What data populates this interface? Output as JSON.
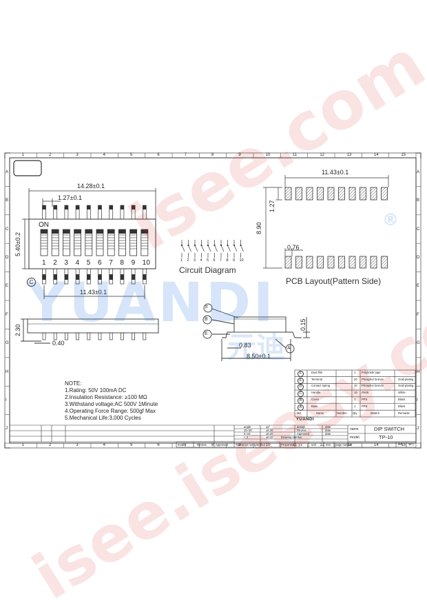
{
  "drawing": {
    "top_view": {
      "dim_overall_width": "14.28±0.1",
      "dim_pitch": "1.27±0.1",
      "dim_height": "5.40±0.2",
      "dim_pin_span": "11.43±0.1",
      "on_label": "ON",
      "switch_numbers": [
        "1",
        "2",
        "3",
        "4",
        "5",
        "6",
        "7",
        "8",
        "9",
        "10"
      ],
      "callout_c": "C"
    },
    "side_view": {
      "dim_height": "2.30",
      "dim_pin_width": "0.40"
    },
    "circuit": {
      "title": "Circuit Diagram",
      "numbers": [
        "1",
        "2",
        "3",
        "4",
        "5",
        "6",
        "7",
        "8",
        "9",
        "10"
      ]
    },
    "pcb": {
      "dim_span": "11.43±0.1",
      "dim_pad_height": "1.27",
      "dim_row_pitch": "8.90",
      "dim_pad_width": "0.76",
      "title": "PCB  Layout(Pattern Side)"
    },
    "profile": {
      "dim_thickness": "0.15",
      "dim_foot": "0.83",
      "dim_width": "8.50±0.1",
      "callouts": [
        "F",
        "B",
        "E",
        "A"
      ]
    }
  },
  "notes": {
    "heading": "NOTE:",
    "lines": [
      "1.Rating: 50V 100mA DC",
      "2.Insulation Resistance: ≥100 MΩ",
      "3.Withstand voltage:AC 500V 1Minute",
      "4.Operating Force Range: 500gf Max",
      "5.Mechanical Life:3,000 Cycles"
    ]
  },
  "bom": {
    "headers": [
      "NO.",
      "Name",
      "Number",
      "Qty",
      "Materil",
      "Remarks"
    ],
    "rows": [
      {
        "no": "F",
        "name": "Dust film",
        "qty": "1",
        "material": "Polyimide tape",
        "remarks": ""
      },
      {
        "no": "E",
        "name": "Terminal",
        "qty": "20",
        "material": "Phosphor bronze",
        "remarks": "Gold plating"
      },
      {
        "no": "D",
        "name": "Contact spring",
        "qty": "10",
        "material": "Phosphor bronze",
        "remarks": "Gold plating"
      },
      {
        "no": "C",
        "name": "Handle",
        "qty": "10",
        "material": "PA46",
        "remarks": "White"
      },
      {
        "no": "B",
        "name": "Cover",
        "qty": "1",
        "material": "PPS",
        "remarks": "Black"
      },
      {
        "no": "A",
        "name": "Base",
        "qty": "1",
        "material": "PPS",
        "remarks": "Black"
      }
    ],
    "logo": "YUANDI"
  },
  "title_block": {
    "revision_cols": [
      "modify",
      "Review",
      "Approved"
    ],
    "tolerance_label": "Tolerance not specified",
    "tolerance_rows": [
      {
        "range": "angle",
        "value": "±2°"
      },
      {
        "range": "10~30",
        "value": "±0.30"
      },
      {
        "range": "3~10",
        "value": "±0.20"
      },
      {
        "range": "< 3",
        "value": "±0.10"
      }
    ],
    "drawing_number_label": "Drawing number",
    "proportion_label": "Proportion",
    "proportion": "1:1",
    "unit_label": "unit",
    "unit": "mm",
    "page_number_label": "page number",
    "sign_rows": [
      "design",
      "Review",
      "Approved"
    ],
    "date_label": "date",
    "name_label": "name",
    "name_value": "DIP SWITCH",
    "model_label": "model",
    "model_value": "TP-10",
    "paper": "A4"
  },
  "frame": {
    "cols": [
      "1",
      "2",
      "3",
      "4",
      "5",
      "6",
      "7",
      "8",
      "9",
      "10",
      "11",
      "12",
      "13",
      "14",
      "15"
    ],
    "rows": [
      "A",
      "B",
      "C",
      "D",
      "E",
      "F",
      "G",
      "H",
      "I",
      "J"
    ]
  },
  "watermarks": {
    "brand": "YUANDI",
    "site": "isee.com",
    "url": "isee.iseesy.com",
    "registered": "®",
    "cjk": "元迪"
  }
}
